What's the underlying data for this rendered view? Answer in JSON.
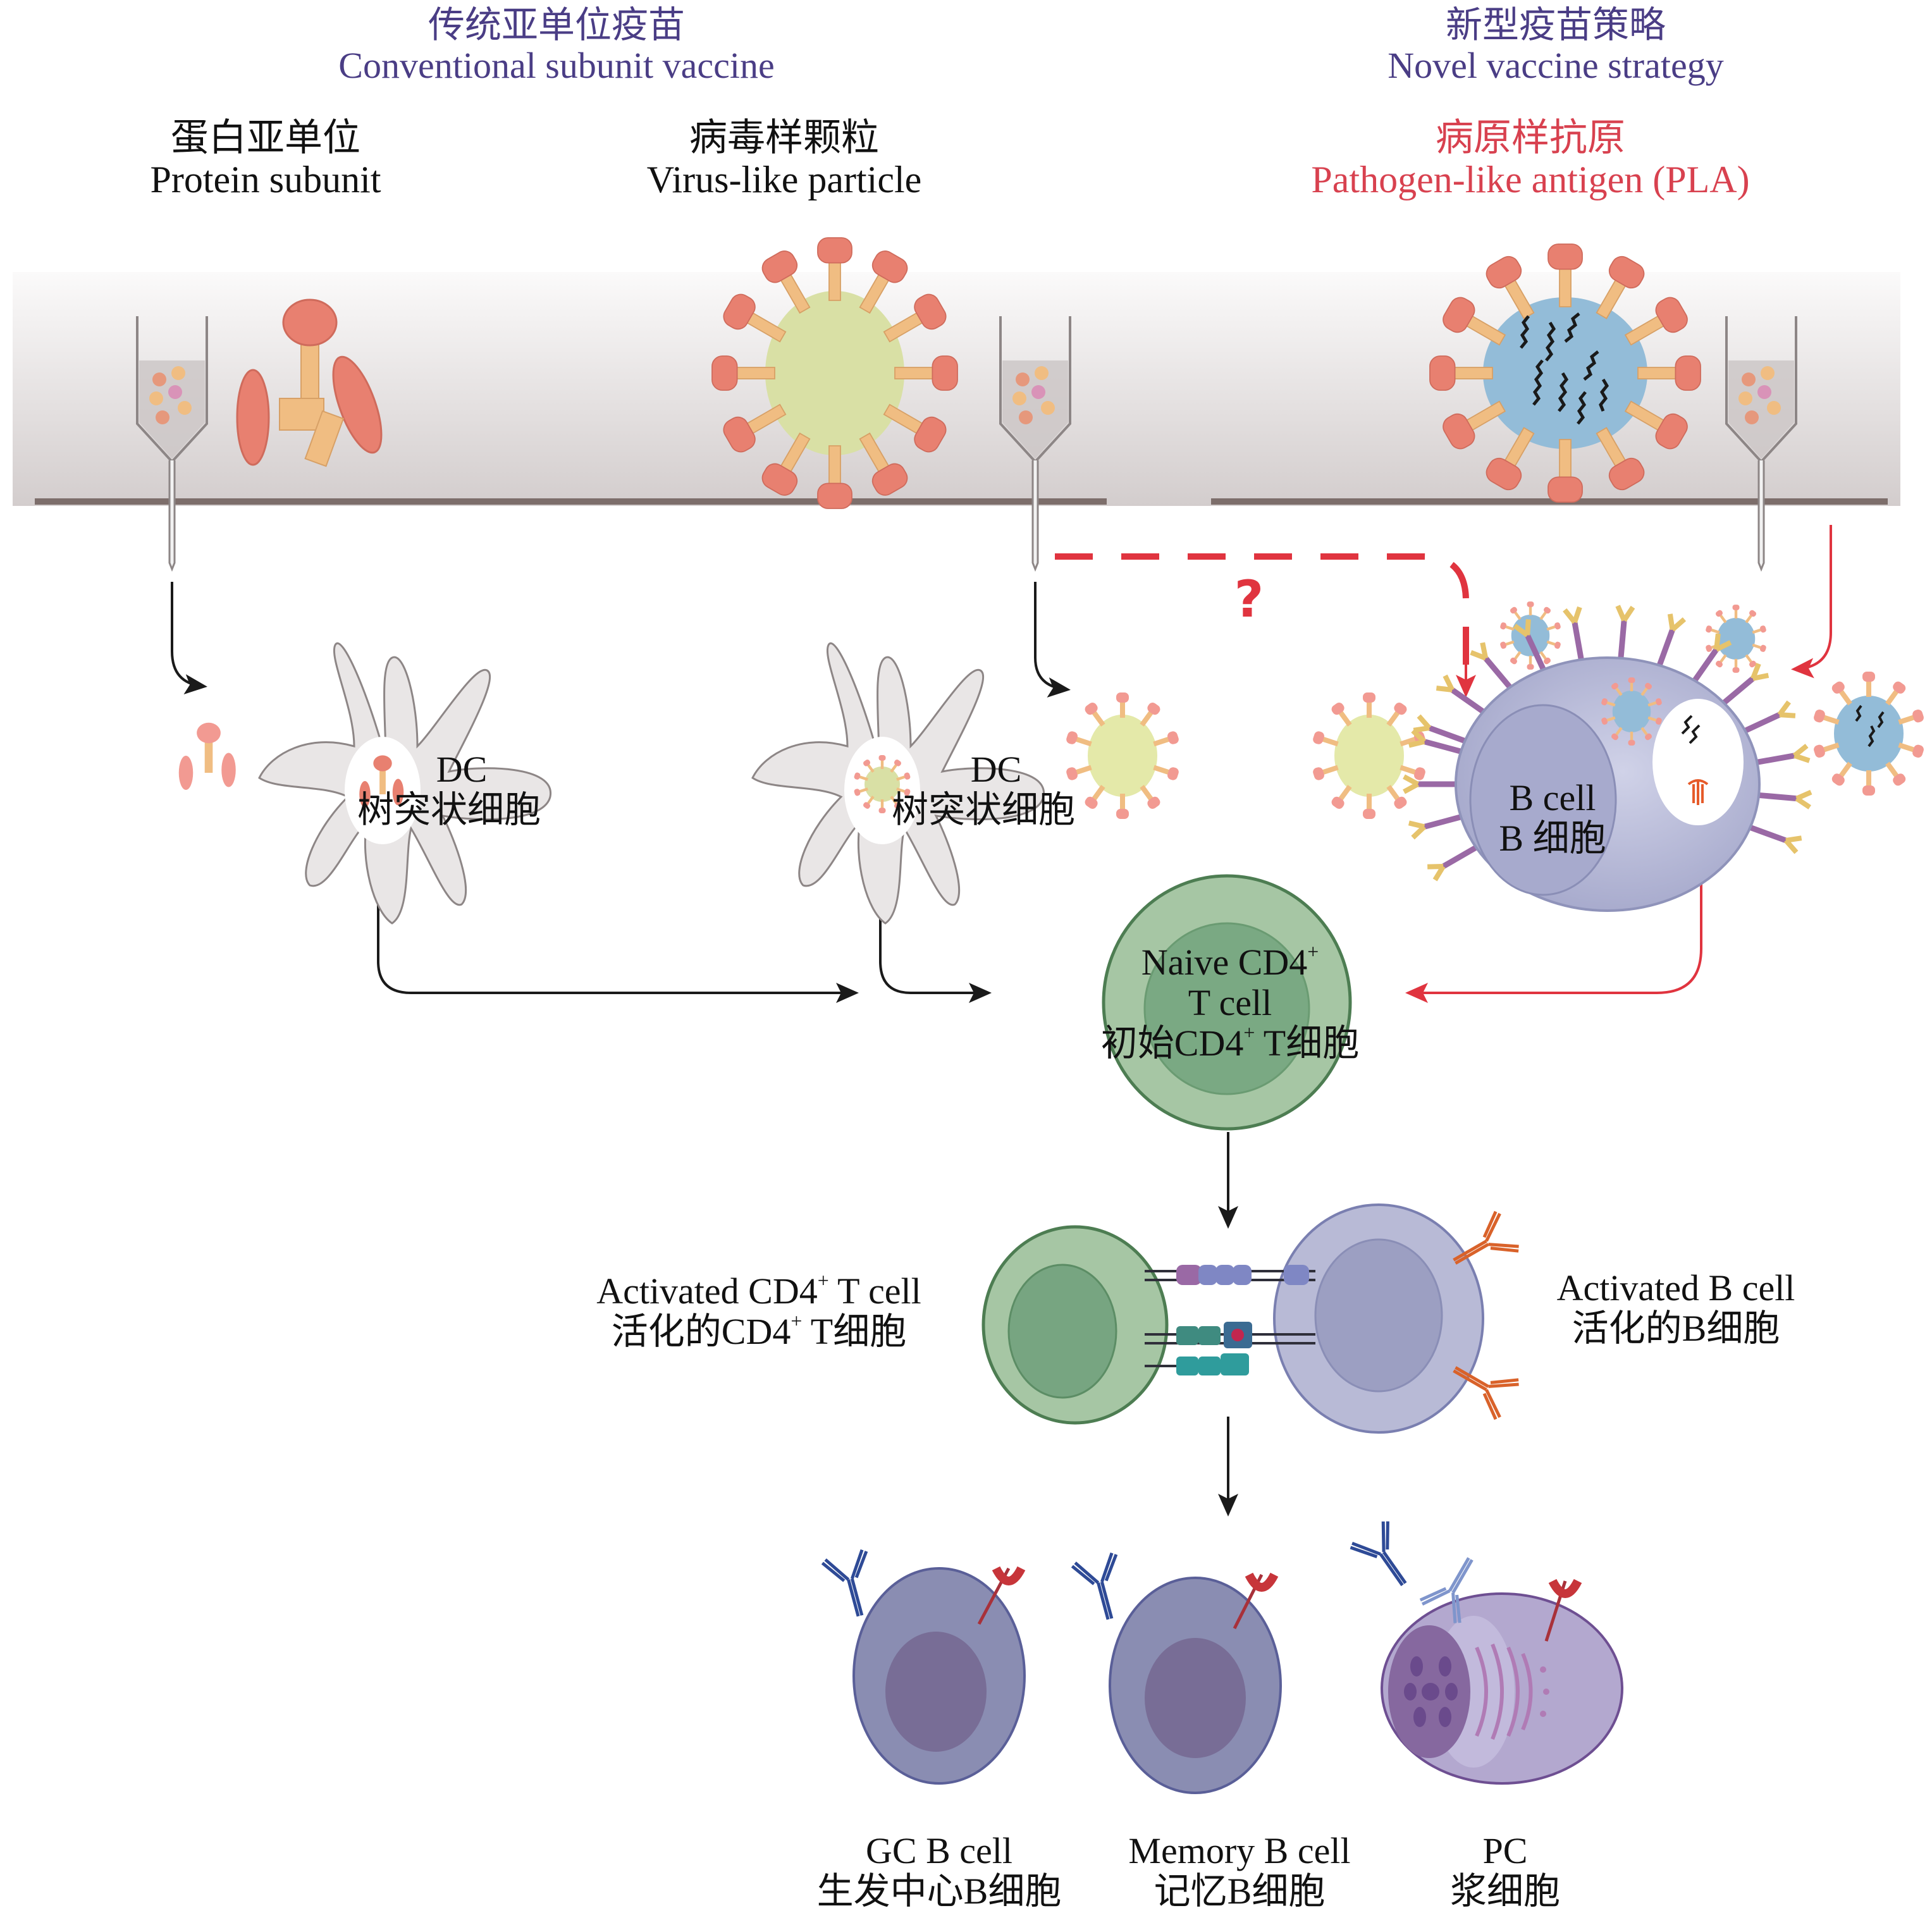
{
  "header": {
    "conventional": {
      "zh": "传统亚单位疫苗",
      "en": "Conventional subunit vaccine"
    },
    "novel": {
      "zh": "新型疫苗策略",
      "en": "Novel vaccine strategy"
    }
  },
  "antigens": {
    "protein_subunit": {
      "zh": "蛋白亚单位",
      "en": "Protein subunit"
    },
    "vlp": {
      "zh": "病毒样颗粒",
      "en": "Virus-like particle"
    },
    "pla": {
      "zh": "病原样抗原",
      "en": "Pathogen-like antigen (PLA)"
    }
  },
  "cells": {
    "dc1": {
      "en": "DC",
      "zh": "树突状细胞"
    },
    "dc2": {
      "en": "DC",
      "zh": "树突状细胞"
    },
    "bcell": {
      "en": "B cell",
      "zh": "B 细胞"
    },
    "naive_t": {
      "en_line1": "Naive CD4",
      "en_sup": "+",
      "en_line2": "T cell",
      "zh_pre": "初始CD4",
      "zh_sup": "+",
      "zh_post": " T细胞"
    },
    "activated_t": {
      "en_pre": "Activated CD4",
      "en_sup": "+",
      "en_post": " T cell",
      "zh_pre": "活化的CD4",
      "zh_sup": "+",
      "zh_post": " T细胞"
    },
    "activated_b": {
      "en": "Activated B cell",
      "zh": "活化的B细胞"
    },
    "gc_b": {
      "en": "GC B cell",
      "zh": "生发中心B细胞"
    },
    "memory_b": {
      "en": "Memory B cell",
      "zh": "记忆B细胞"
    },
    "pc": {
      "en": "PC",
      "zh": "浆细胞"
    }
  },
  "annotations": {
    "question_mark": "?"
  },
  "colors": {
    "header_purple": "#4a3d85",
    "pla_red": "#d8414f",
    "arrow_black": "#1a1a1a",
    "arrow_red": "#e0343f",
    "band_top": "#f6f5f5",
    "band_bottom": "#d6d0d0",
    "band_line": "#7d6e6b",
    "spike_head": "#e88070",
    "spike_stalk": "#f0bd82",
    "vlp_core": "#d9e0a5",
    "pla_core": "#93bcd8",
    "dc_fill": "#e9e6e6",
    "t_outer": "#a6c6a4",
    "t_inner": "#7aa983",
    "t_stroke": "#4d7d52",
    "b_outer": "#b3b5d3",
    "b_inner": "#9c9fc2",
    "b_stroke": "#7a7fb0",
    "gc_outer": "#8a8db2",
    "gc_inner": "#786d96",
    "pc_outer": "#b3a8cf",
    "pc_nucleus": "#86689f",
    "antibody_blue": "#2e4a96",
    "receptor_red": "#c7353a",
    "bcr_purple": "#9a69a5",
    "bcr_yellow": "#e6c36b"
  }
}
